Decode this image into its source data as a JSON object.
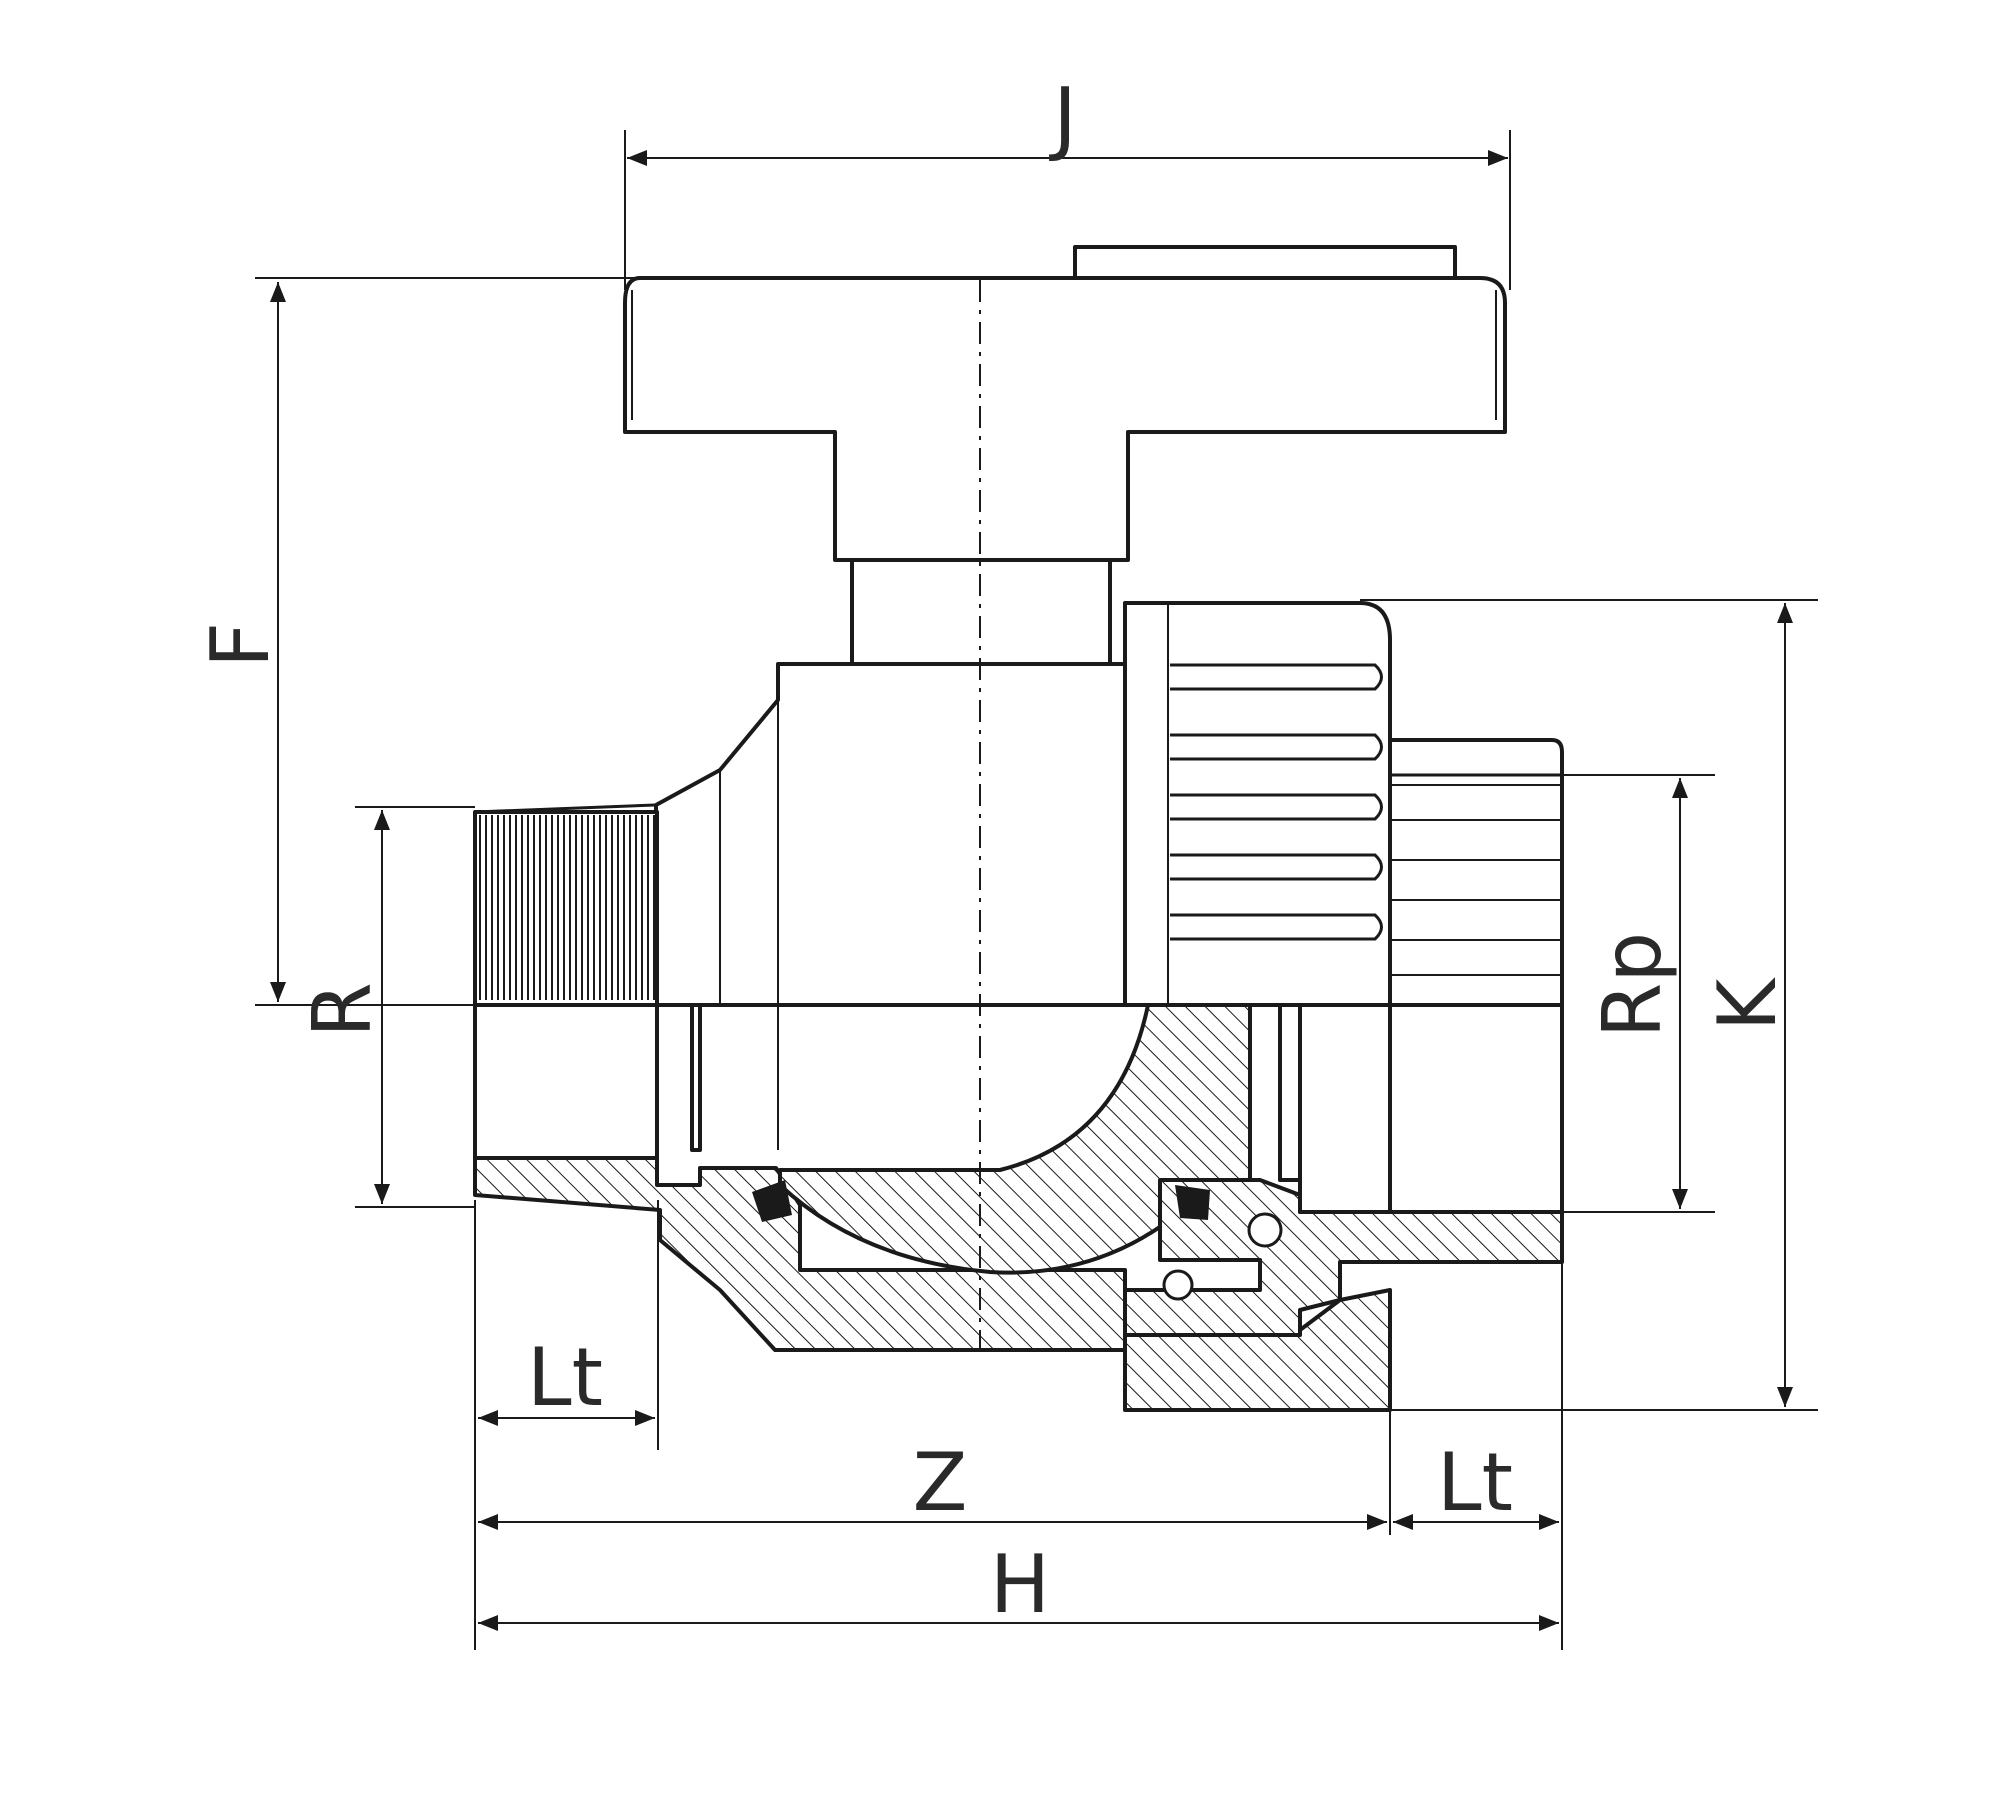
{
  "dimensions": {
    "J": "J",
    "F": "F",
    "R": "R",
    "Rp": "Rp",
    "K": "K",
    "Lt_left": "Lt",
    "Lt_right": "Lt",
    "Z": "Z",
    "H": "H"
  },
  "colors": {
    "ink": "#1a1a1a",
    "label": "#2a2a2a",
    "background": "#ffffff"
  }
}
